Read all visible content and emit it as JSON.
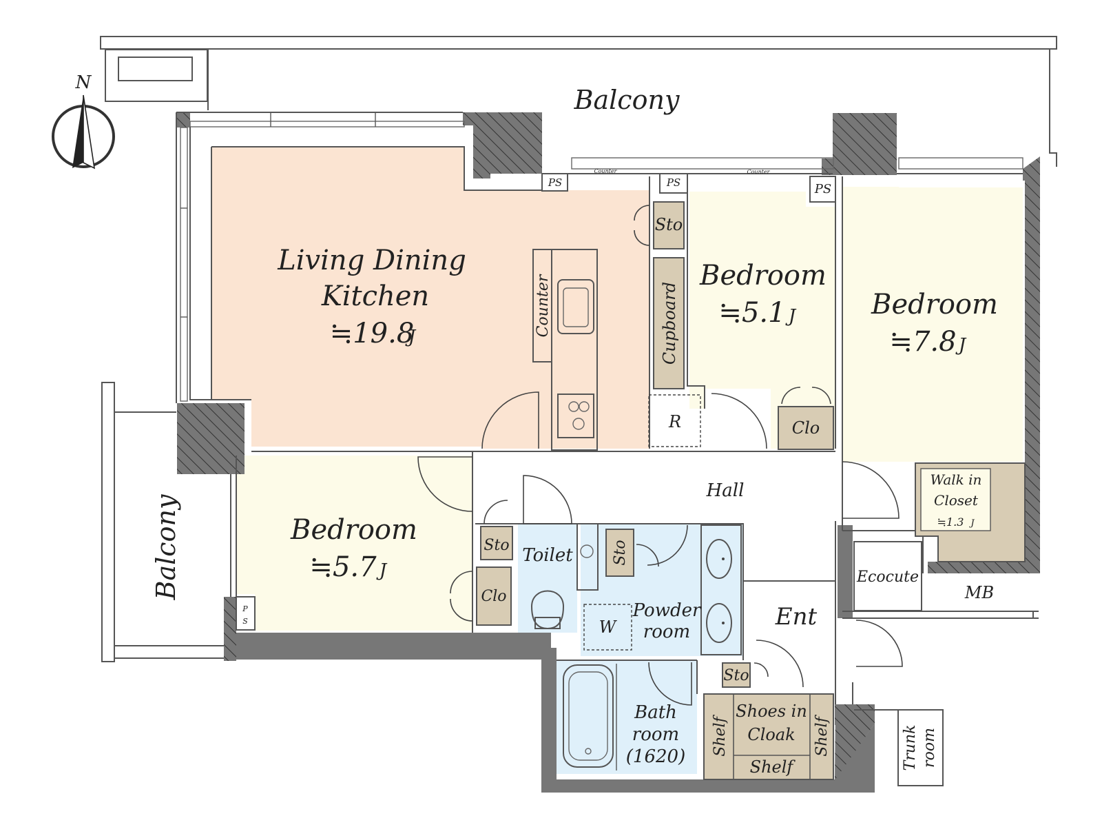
{
  "compass": {
    "label": "N"
  },
  "rooms": {
    "balcony_top": {
      "name": "Balcony"
    },
    "balcony_left": {
      "name": "Balcony"
    },
    "ldk": {
      "name_line1": "Living Dining",
      "name_line2": "Kitchen",
      "size": "≒19.8",
      "unit": "J"
    },
    "bedroom_a": {
      "name": "Bedroom",
      "size": "≒5.1",
      "unit": "J"
    },
    "bedroom_b": {
      "name": "Bedroom",
      "size": "≒7.8",
      "unit": "J"
    },
    "bedroom_c": {
      "name": "Bedroom",
      "size": "≒5.7",
      "unit": "J"
    },
    "walk_in_closet": {
      "line1": "Walk in",
      "line2": "Closet",
      "size": "≒1.3",
      "unit": "J"
    },
    "hall": {
      "name": "Hall"
    },
    "toilet": {
      "name": "Toilet"
    },
    "powder_room": {
      "line1": "Powder",
      "line2": "room"
    },
    "bath_room": {
      "line1": "Bath",
      "line2": "room",
      "line3": "(1620)"
    },
    "entrance": {
      "name": "Ent"
    },
    "shoes_in_cloak": {
      "line1": "Shoes in",
      "line2": "Cloak"
    },
    "trunk_room": {
      "line1": "Trunk",
      "line2": "room"
    },
    "ecocute": {
      "name": "Ecocute"
    },
    "mb": {
      "name": "MB"
    }
  },
  "fixtures": {
    "ps_1": "PS",
    "ps_2": "PS",
    "ps_3": "PS",
    "ps_4_line1": "P",
    "ps_4_line2": "S",
    "counter_small_1": "Counter",
    "counter_small_2": "Counter",
    "kitchen_counter": "Counter",
    "cupboard": "Cupboard",
    "refrigerator": "R",
    "sto_ldk": "Sto",
    "clo_bedroom_a": "Clo",
    "sto_hall": "Sto",
    "clo_bedroom_c": "Clo",
    "sto_toilet": "Sto",
    "washer": "W",
    "sto_entrance": "Sto",
    "shelf_left": "Shelf",
    "shelf_right": "Shelf",
    "shelf_bottom": "Shelf"
  },
  "colors": {
    "ldk_fill": "#fbe4d2",
    "bedroom_fill": "#fdfbe8",
    "wet_fill": "#dff0fa",
    "storage_fill": "#d8ccb4",
    "wall_hatch": "#7a7a7a"
  }
}
